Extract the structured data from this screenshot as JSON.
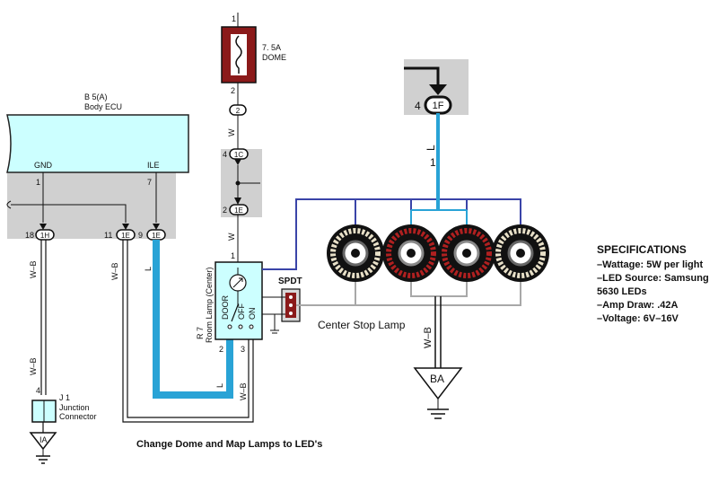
{
  "ecu": {
    "ref": "B 5(A)",
    "name": "Body ECU",
    "gnd": "GND",
    "ile": "ILE"
  },
  "fuse": {
    "rating": "7. 5A",
    "name": "DOME",
    "pin_top": "1",
    "pin_bottom": "2"
  },
  "connectors": {
    "c2": "2",
    "c1c": "1C",
    "c1e_mid": "1E",
    "c1f": "1F",
    "c1h": "1H",
    "c1e_left": "1E",
    "c1e_ile": "1E"
  },
  "pins": {
    "p4_1c": "4",
    "p2_1e": "2",
    "p1_room": "1",
    "p4_1f": "4",
    "p1_l": "1",
    "p18": "18",
    "p11": "11",
    "p9": "9",
    "ecu_gnd_pin": "1",
    "ecu_ile_pin": "7",
    "room_2": "2",
    "room_3": "3",
    "j1_pin": "4"
  },
  "wires": {
    "w_top": "W",
    "w_mid": "W",
    "l_top": "L",
    "wb_left1": "W–B",
    "wb_left2": "W–B",
    "wb_mid": "W–B",
    "l_mid": "L",
    "l_bottom": "L",
    "wb_room": "W–B",
    "wb_ba": "W–B"
  },
  "room_lamp": {
    "ref": "R 7",
    "name": "Room Lamp (Center)",
    "door": "DOOR",
    "off": "OFF",
    "on": "ON"
  },
  "spdt": "SPDT",
  "center_stop": "Center Stop Lamp",
  "ba": "BA",
  "ia": "IA",
  "junction": {
    "ref": "J 1",
    "name1": "Junction",
    "name2": "Connector"
  },
  "caption": "Change Dome and Map Lamps to LED's",
  "specs": {
    "title": "SPECIFICATIONS",
    "lines": [
      "–Wattage: 5W per light",
      "–LED Source: Samsung",
      "5630 LEDs",
      "–Amp Draw: .42A",
      "–Voltage: 6V–16V"
    ]
  },
  "colors": {
    "blue_wire": "#29a3d6",
    "navy_wire": "#3a44a8",
    "ecu_fill": "#ccffff",
    "shade": "#d0d0d0",
    "fuse": "#8b1a1a",
    "gray_wire": "#a8a8a8"
  }
}
